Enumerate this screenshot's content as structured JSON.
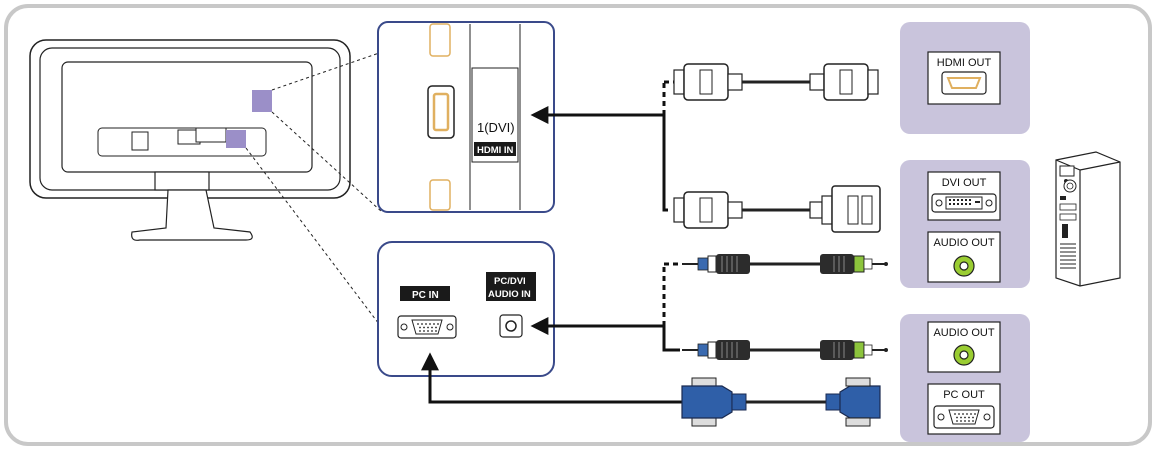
{
  "hdmi_panel": {
    "port_number": "1(DVI)",
    "port_label": "HDMI IN"
  },
  "pc_panel": {
    "pc_in_label": "PC IN",
    "audio_in_line1": "PC/DVI",
    "audio_in_line2": "AUDIO IN"
  },
  "sources": {
    "hdmi_out": "HDMI OUT",
    "dvi_out": "DVI OUT",
    "audio_out_1": "AUDIO OUT",
    "audio_out_2": "AUDIO OUT",
    "pc_out": "PC OUT"
  },
  "colors": {
    "frame": "#c8c8c8",
    "panel_border": "#3a4a8a",
    "source_box": "#c9c4dc",
    "highlight": "#9b8fc8",
    "vga_blue": "#2f5fa8",
    "jack_blue": "#3a6ab0",
    "jack_green": "#8cc43c",
    "audio_green": "#9acd32",
    "hdmi_gold": "#e0b060",
    "label_bg": "#1a1a1a"
  }
}
